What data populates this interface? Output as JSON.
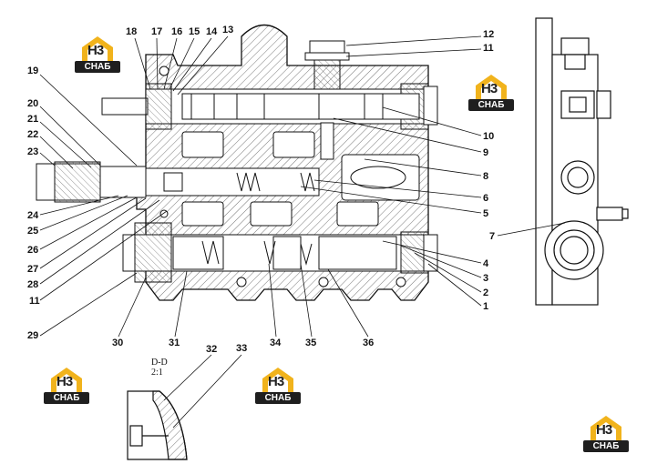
{
  "logo": {
    "mark": "H3",
    "band": "СНАБ"
  },
  "section": {
    "name": "D-D",
    "scale": "2:1"
  },
  "labels": {
    "l18": "18",
    "l17": "17",
    "l16": "16",
    "l15": "15",
    "l14": "14",
    "l13": "13",
    "l12": "12",
    "l11a": "11",
    "l19": "19",
    "l20": "20",
    "l21": "21",
    "l22": "22",
    "l23": "23",
    "l10": "10",
    "l9": "9",
    "l8": "8",
    "l6": "6",
    "l5": "5",
    "l24": "24",
    "l25": "25",
    "l26": "26",
    "l27": "27",
    "l28": "28",
    "l11b": "11",
    "l7": "7",
    "l4": "4",
    "l3": "3",
    "l2": "2",
    "l1": "1",
    "l29": "29",
    "l30": "30",
    "l31": "31",
    "l34": "34",
    "l35": "35",
    "l36": "36",
    "l32": "32",
    "l33": "33"
  }
}
